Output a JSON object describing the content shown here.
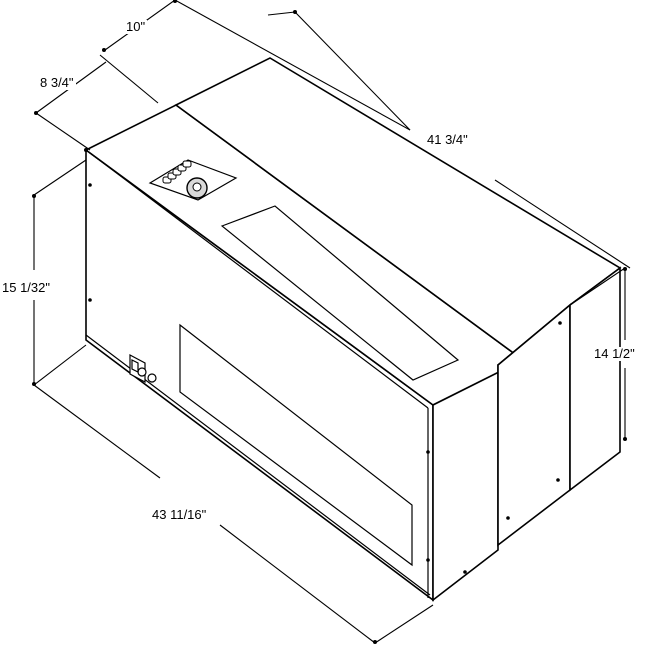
{
  "dimensions": {
    "depth_top": "10\"",
    "depth_inner": "8 3/4\"",
    "width_back": "41 3/4\"",
    "height_front": "15 1/32\"",
    "height_back": "14 1/2\"",
    "width_front": "43 11/16\""
  },
  "colors": {
    "line": "#000000",
    "face": "#ffffff",
    "knob": "#d9d9d9"
  },
  "icons": {
    "control_knob": "knob-icon",
    "control_buttons": "button-row-icon",
    "outlet": "electrical-outlet-icon"
  }
}
